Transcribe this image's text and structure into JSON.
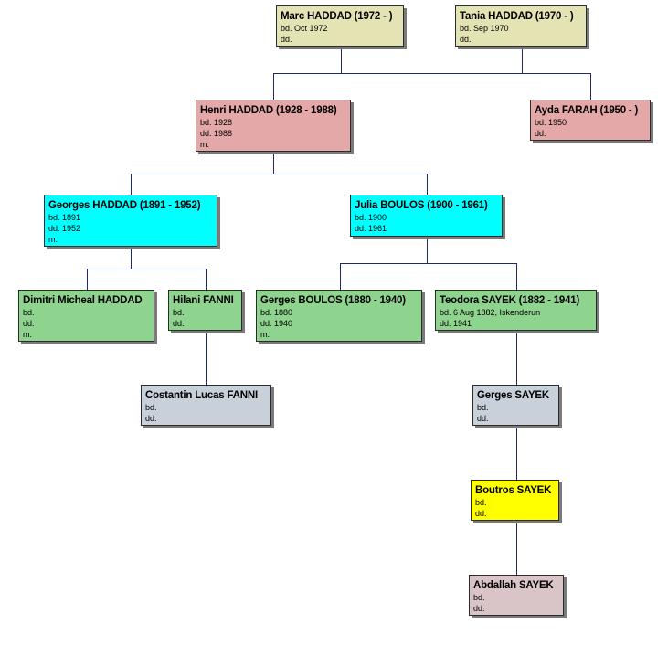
{
  "people": {
    "marc": {
      "name": "Marc HADDAD (1972 - )",
      "lines": [
        "bd. Oct 1972",
        "dd."
      ]
    },
    "tania": {
      "name": "Tania HADDAD (1970 - )",
      "lines": [
        "bd. Sep 1970",
        "dd."
      ]
    },
    "henri": {
      "name": "Henri HADDAD (1928 - 1988)",
      "lines": [
        "bd. 1928",
        "dd. 1988",
        "m."
      ]
    },
    "ayda": {
      "name": "Ayda FARAH (1950 - )",
      "lines": [
        "bd. 1950",
        "dd."
      ]
    },
    "georges": {
      "name": "Georges HADDAD (1891 - 1952)",
      "lines": [
        "bd. 1891",
        "dd. 1952",
        "m."
      ]
    },
    "julia": {
      "name": "Julia BOULOS (1900 - 1961)",
      "lines": [
        "bd. 1900",
        "dd. 1961"
      ]
    },
    "dimitri": {
      "name": "Dimitri Micheal HADDAD",
      "lines": [
        "bd.",
        "dd.",
        "m."
      ]
    },
    "hilani": {
      "name": "Hilani FANNI",
      "lines": [
        "bd.",
        "dd."
      ]
    },
    "gergesb": {
      "name": "Gerges BOULOS (1880 - 1940)",
      "lines": [
        "bd. 1880",
        "dd. 1940",
        "m."
      ]
    },
    "teodora": {
      "name": "Teodora SAYEK (1882 - 1941)",
      "lines": [
        "bd. 6 Aug 1882, Iskenderun",
        "dd. 1941"
      ]
    },
    "costantin": {
      "name": "Costantin Lucas FANNI",
      "lines": [
        "bd.",
        "dd."
      ]
    },
    "gergess": {
      "name": "Gerges SAYEK",
      "lines": [
        "bd.",
        "dd."
      ]
    },
    "boutros": {
      "name": "Boutros SAYEK",
      "lines": [
        "bd.",
        "dd."
      ]
    },
    "abdallah": {
      "name": "Abdallah SAYEK",
      "lines": [
        "bd.",
        "dd."
      ]
    }
  },
  "colors": {
    "line": "#1f2a6b",
    "beige": "#e3e3b4",
    "pink": "#e4a8a8",
    "cyan": "#00ffff",
    "green": "#8ed38e",
    "slate": "#c8d0da",
    "yellow": "#ffff00",
    "mauve": "#d9c4c8"
  }
}
